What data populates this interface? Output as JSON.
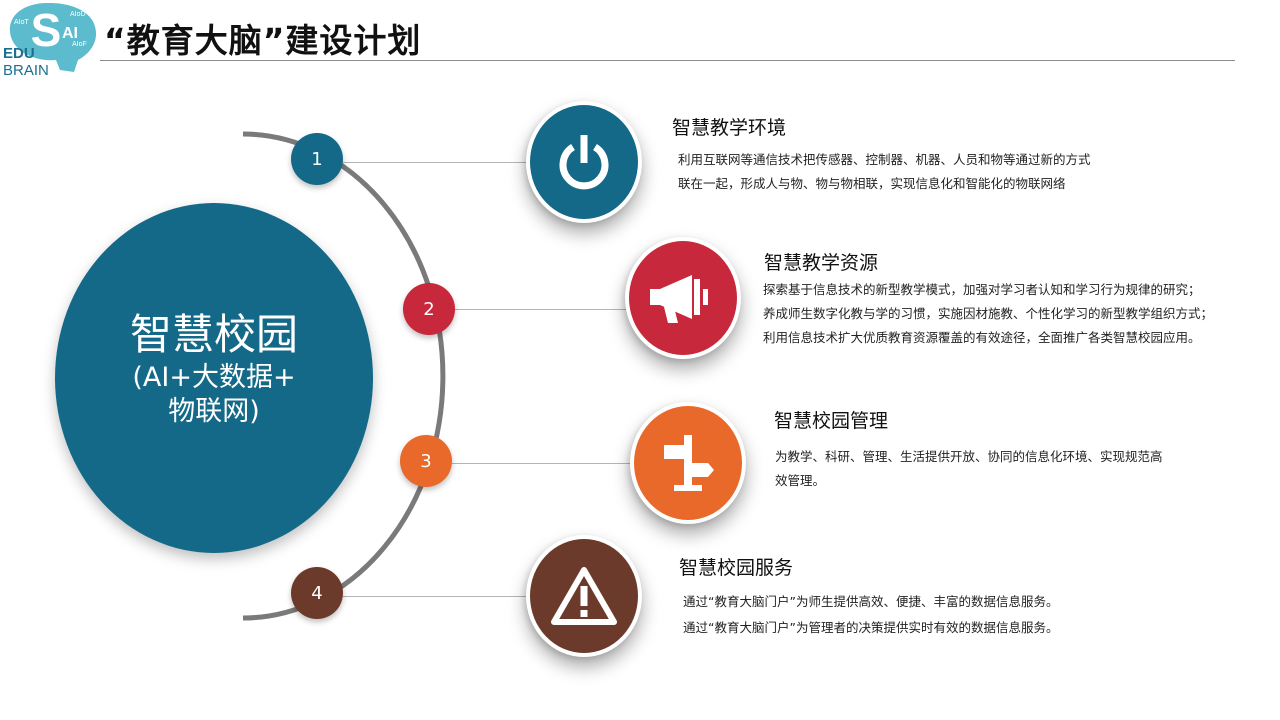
{
  "header": {
    "title": "“教育大脑”建设计划",
    "logo": {
      "primary": "EDU",
      "secondary": "BRAIN",
      "badges": [
        "AIoT",
        "AIoD",
        "AIoF"
      ],
      "big_letter": "S",
      "big_mark": "AI"
    }
  },
  "hub": {
    "label": "智慧校园",
    "sub_line1": "(AI+大数据+",
    "sub_line2": "物联网)",
    "color": "#136987"
  },
  "items": [
    {
      "number": "1",
      "color": "#136987",
      "icon": "power-icon",
      "title": "智慧教学环境",
      "lines": [
        "利用互联网等通信技术把传感器、控制器、机器、人员和物等通过新的方式",
        "联在一起，形成人与物、物与物相联，实现信息化和智能化的物联网络"
      ]
    },
    {
      "number": "2",
      "color": "#c8283b",
      "icon": "megaphone-icon",
      "title": "智慧教学资源",
      "lines": [
        "探索基于信息技术的新型教学模式，加强对学习者认知和学习行为规律的研究；",
        "养成师生数字化教与学的习惯，实施因材施教、个性化学习的新型教学组织方式；",
        "利用信息技术扩大优质教育资源覆盖的有效途径，全面推广各类智慧校园应用。"
      ]
    },
    {
      "number": "3",
      "color": "#e8692a",
      "icon": "signpost-icon",
      "title": "智慧校园管理",
      "lines": [
        "为教学、科研、管理、生活提供开放、协同的信息化环境、实现规范高",
        "效管理。"
      ]
    },
    {
      "number": "4",
      "color": "#6b3a2a",
      "icon": "warning-icon",
      "title": "智慧校园服务",
      "lines": [
        "通过“教育大脑门户”为师生提供高效、便捷、丰富的数据信息服务。",
        "通过“教育大脑门户”为管理者的决策提供实时有效的数据信息服务。"
      ]
    }
  ]
}
